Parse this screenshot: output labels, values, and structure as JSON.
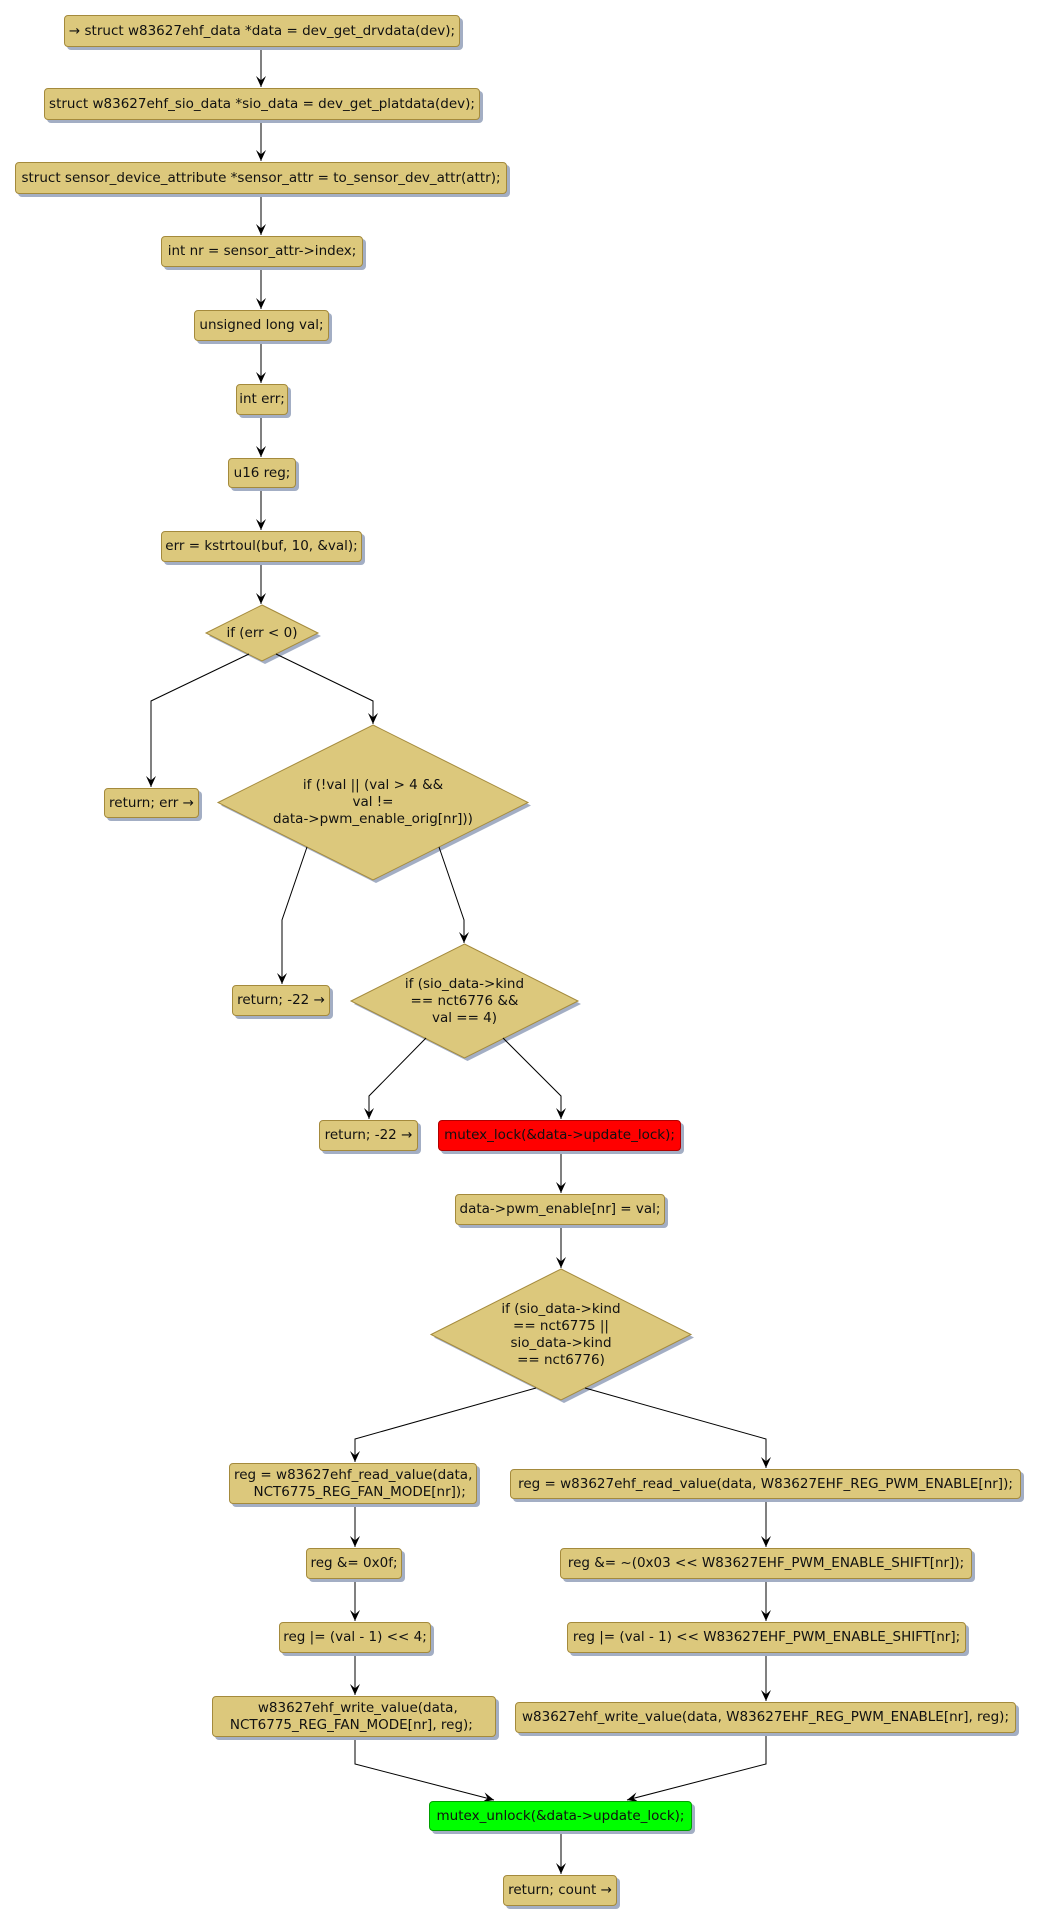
{
  "nodes": {
    "n1": "→ struct w83627ehf_data *data = dev_get_drvdata(dev);",
    "n2": "struct w83627ehf_sio_data *sio_data = dev_get_platdata(dev);",
    "n3": "struct sensor_device_attribute *sensor_attr = to_sensor_dev_attr(attr);",
    "n4": "int nr = sensor_attr->index;",
    "n5": "unsigned long val;",
    "n6": "int err;",
    "n7": "u16 reg;",
    "n8": "err = kstrtoul(buf, 10, &val);",
    "d1": "if (err < 0)",
    "r1": "return; err →",
    "d2": "if (!val || (val > 4 &&\nval !=\ndata->pwm_enable_orig[nr]))",
    "r2": "return; -22 →",
    "d3": "if (sio_data->kind\n== nct6776 &&\nval == 4)",
    "r3": "return; -22 →",
    "lock": "mutex_lock(&data->update_lock);",
    "setval": "data->pwm_enable[nr] = val;",
    "d4": "if (sio_data->kind\n== nct6775 ||\nsio_data->kind\n== nct6776)",
    "l1": "reg = w83627ehf_read_value(data,\n   NCT6775_REG_FAN_MODE[nr]);",
    "l2": "reg &= 0x0f;",
    "l3": "reg |= (val - 1) << 4;",
    "l4": "      w83627ehf_write_value(data,\n   NCT6775_REG_FAN_MODE[nr], reg);",
    "rt1": "reg = w83627ehf_read_value(data, W83627EHF_REG_PWM_ENABLE[nr]);",
    "rt2": "reg &= ~(0x03 << W83627EHF_PWM_ENABLE_SHIFT[nr]);",
    "rt3": "reg |= (val - 1) << W83627EHF_PWM_ENABLE_SHIFT[nr];",
    "rt4": "w83627ehf_write_value(data, W83627EHF_REG_PWM_ENABLE[nr], reg);",
    "unlock": "mutex_unlock(&data->update_lock);",
    "ret": "return; count →"
  },
  "colors": {
    "fill": "#dcc87c",
    "border": "#a48a3c",
    "shadow": "#a3aec4",
    "lock": "#ff0000",
    "unlock": "#00ff00"
  }
}
